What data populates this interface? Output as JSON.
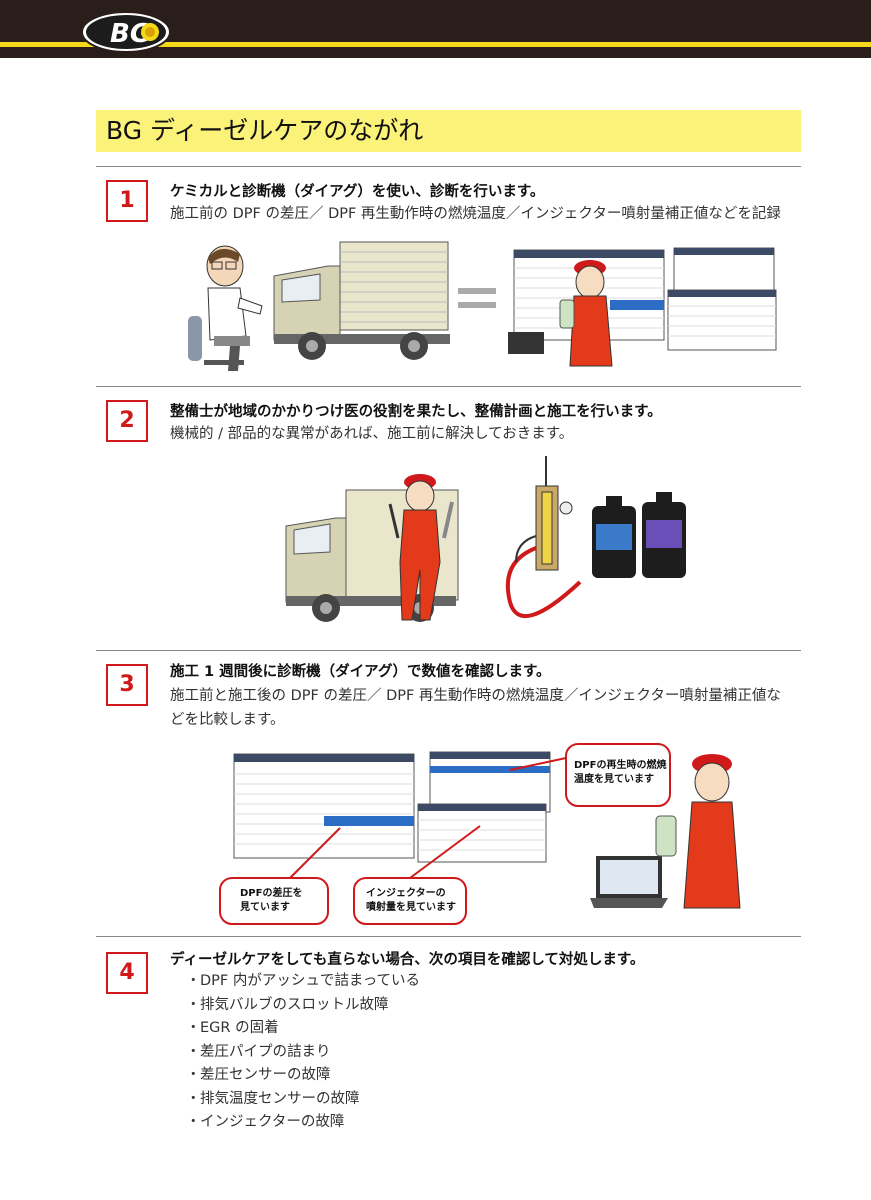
{
  "header": {
    "logo_text": "BG"
  },
  "title": "BG ディーゼルケアのながれ",
  "steps": [
    {
      "num": "1",
      "heading": "ケミカルと診断機（ダイアグ）を使い、診断を行います。",
      "sub": "施工前の DPF の差圧／ DPF 再生動作時の燃焼温度／インジェクター噴射量補正値などを記録"
    },
    {
      "num": "2",
      "heading": "整備士が地域のかかりつけ医の役割を果たし、整備計画と施工を行います。",
      "sub": "機械的 / 部品的な異常があれば、施工前に解決しておきます。"
    },
    {
      "num": "3",
      "heading": "施工 1 週間後に診断機（ダイアグ）で数値を確認します。",
      "sub1": "施工前と施工後の DPF の差圧／ DPF 再生動作時の燃焼温度／インジェクター噴射量補正値な",
      "sub2": "どを比較します。"
    },
    {
      "num": "4",
      "heading": "ディーゼルケアをしても直らない場合、次の項目を確認して対処します。"
    }
  ],
  "callouts": {
    "dpf_temp_1": "DPFの再生時の燃焼",
    "dpf_temp_2": "温度を見ています",
    "dpf_pressure_1": "DPFの差圧を",
    "dpf_pressure_2": "見ています",
    "injector_1": "インジェクターの",
    "injector_2": "噴射量を見ています"
  },
  "bullets": [
    "DPF 内がアッシュで詰まっている",
    "排気バルブのスロットル故障",
    "EGR の固着",
    "差圧パイプの詰まり",
    "差圧センサーの故障",
    "排気温度センサーの故障",
    "インジェクターの故障"
  ],
  "colors": {
    "accent_red": "#d0191b",
    "band_yellow": "#fbf27a",
    "stripe_yellow": "#f4d81a",
    "top_bar": "#2a1e1b"
  }
}
